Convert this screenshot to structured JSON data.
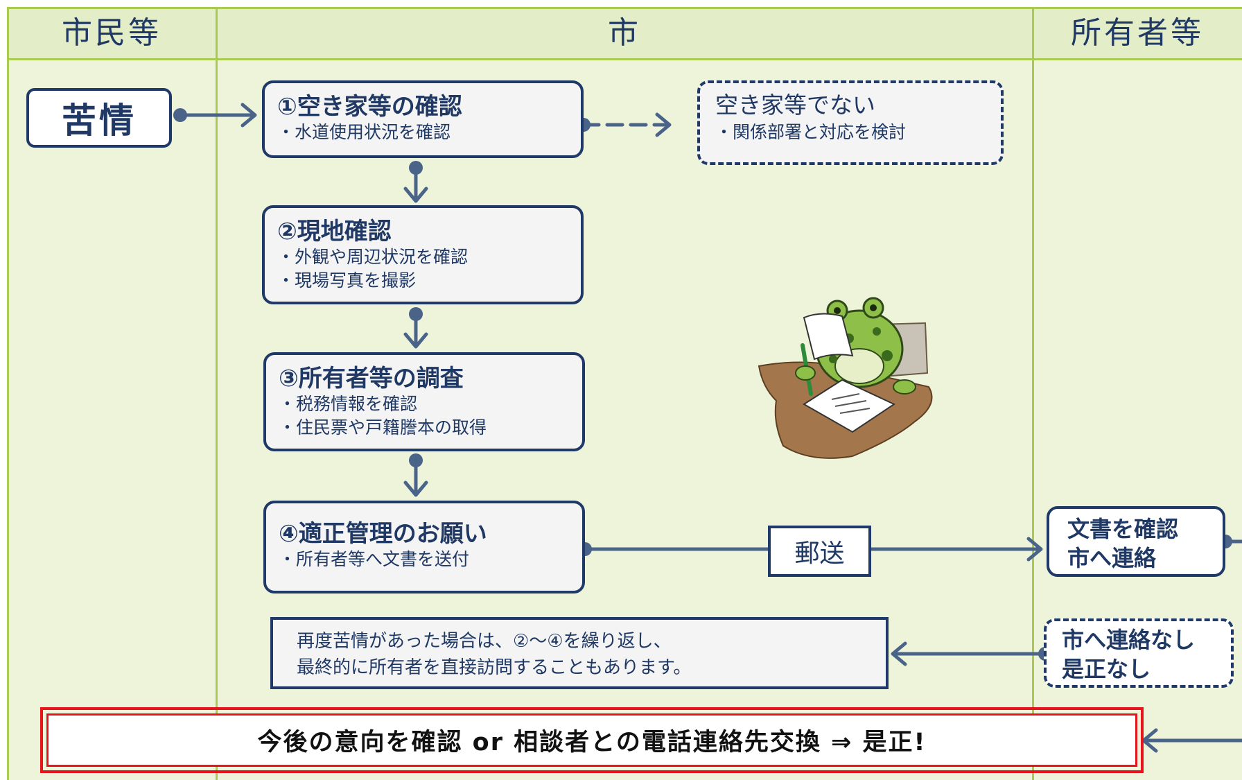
{
  "lanes": {
    "citizens": "市民等",
    "city": "市",
    "owners": "所有者等"
  },
  "complaint": {
    "label": "苦情"
  },
  "steps": [
    {
      "title": "①空き家等の確認",
      "lines": [
        "・水道使用状況を確認"
      ]
    },
    {
      "title": "②現地確認",
      "lines": [
        "・外観や周辺状況を確認",
        "・現場写真を撮影"
      ]
    },
    {
      "title": "③所有者等の調査",
      "lines": [
        "・税務情報を確認",
        "・住民票や戸籍謄本の取得"
      ]
    },
    {
      "title": "④適正管理のお願い",
      "lines": [
        "・所有者等へ文書を送付"
      ]
    }
  ],
  "not_vacant": {
    "title": "空き家等でない",
    "line": "・関係部署と対応を検討"
  },
  "mail": {
    "label": "郵送"
  },
  "owner_confirm": {
    "line1": "文書を確認",
    "line2": "市へ連絡"
  },
  "owner_no_contact": {
    "line1": "市へ連絡なし",
    "line2": "是正なし"
  },
  "repeat_note": {
    "line1": "再度苦情があった場合は、②～④を繰り返し、",
    "line2": "最終的に所有者を直接訪問することもあります。"
  },
  "result": {
    "text": "今後の意向を確認 or 相談者との電話連絡先交換 ⇒ 是正!"
  },
  "illustration": {
    "icon": "frog-writing-icon"
  },
  "colors": {
    "navy": "#1f3a68",
    "arrow": "#4a6388",
    "lane_bg": "#eef4da",
    "header_bg": "#e3edc8",
    "lane_line": "#a9cc50",
    "alert_red": "#e8141c"
  }
}
